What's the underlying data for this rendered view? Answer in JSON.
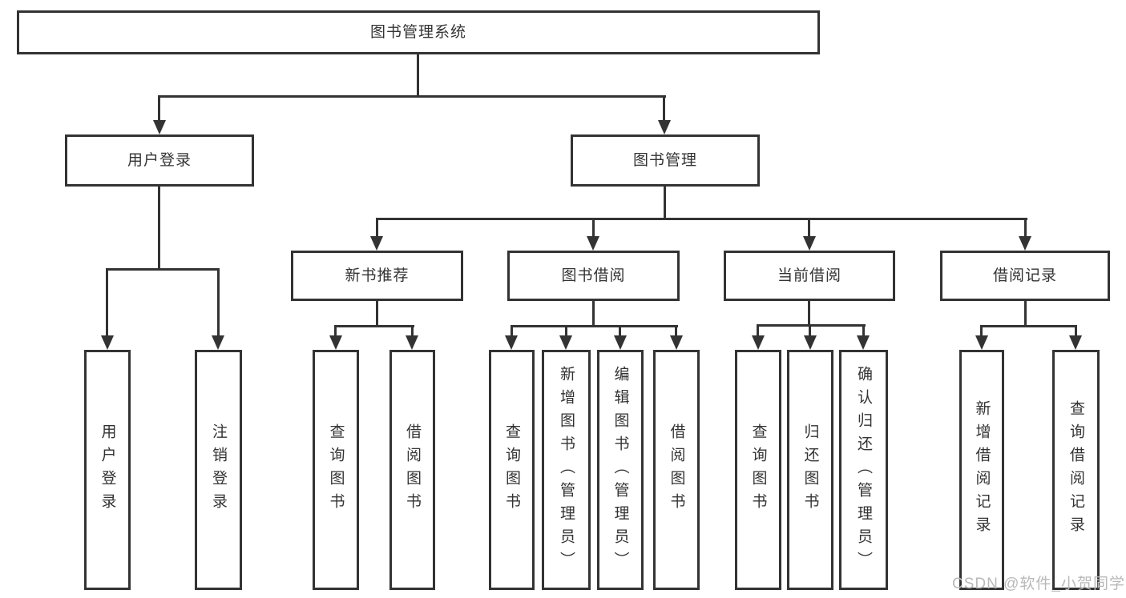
{
  "diagram": {
    "title": "图书管理系统",
    "nodes": {
      "root": {
        "label": "图书管理系统"
      },
      "user_login": {
        "label": "用户登录"
      },
      "book_management": {
        "label": "图书管理"
      },
      "new_book_recommend": {
        "label": "新书推荐"
      },
      "book_borrowing": {
        "label": "图书借阅"
      },
      "current_borrowing": {
        "label": "当前借阅"
      },
      "borrowing_records": {
        "label": "借阅记录"
      },
      "leaf_user_login": {
        "label": "用户登录"
      },
      "leaf_logout": {
        "label": "注销登录"
      },
      "leaf_recommend_query_books": {
        "label": "查询图书"
      },
      "leaf_recommend_borrow_books": {
        "label": "借阅图书"
      },
      "leaf_borrowing_query_books": {
        "label": "查询图书"
      },
      "leaf_borrowing_add_books": {
        "label": "新增图书（管理员）"
      },
      "leaf_borrowing_edit_books": {
        "label": "编辑图书（管理员）"
      },
      "leaf_borrowing_borrow_books": {
        "label": "借阅图书"
      },
      "leaf_current_query_books": {
        "label": "查询图书"
      },
      "leaf_current_return_books": {
        "label": "归还图书"
      },
      "leaf_current_confirm_return": {
        "label": "确认归还（管理员）"
      },
      "leaf_records_add_record": {
        "label": "新增借阅记录"
      },
      "leaf_records_query_record": {
        "label": "查询借阅记录"
      }
    }
  },
  "watermark": {
    "text": "CSDN @软件_小贺同学"
  },
  "colors": {
    "border": "#333333",
    "line": "#333333",
    "text": "#333333",
    "background": "#ffffff",
    "watermark": "#b9b9b9"
  }
}
